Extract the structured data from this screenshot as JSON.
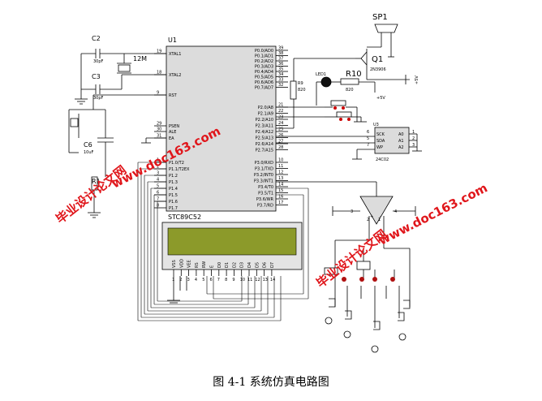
{
  "caption": "图 4-1 系统仿真电路图",
  "mcu": {
    "ref": "U1",
    "part": "STC89C52",
    "left_pins": [
      {
        "num": "19",
        "name": "XTAL1"
      },
      {
        "num": "18",
        "name": "XTAL2"
      },
      {
        "num": "9",
        "name": "RST"
      },
      {
        "num": "29",
        "name": "PSEN"
      },
      {
        "num": "30",
        "name": "ALE"
      },
      {
        "num": "31",
        "name": "EA"
      },
      {
        "num": "1",
        "name": "P1.0/T2"
      },
      {
        "num": "2",
        "name": "P1.1/T2EX"
      },
      {
        "num": "3",
        "name": "P1.2"
      },
      {
        "num": "4",
        "name": "P1.3"
      },
      {
        "num": "5",
        "name": "P1.4"
      },
      {
        "num": "6",
        "name": "P1.5"
      },
      {
        "num": "7",
        "name": "P1.6"
      },
      {
        "num": "8",
        "name": "P1.7"
      }
    ],
    "right_pins": [
      {
        "num": "39",
        "name": "P0.0/AD0"
      },
      {
        "num": "38",
        "name": "P0.1/AD1"
      },
      {
        "num": "37",
        "name": "P0.2/AD2"
      },
      {
        "num": "36",
        "name": "P0.3/AD3"
      },
      {
        "num": "35",
        "name": "P0.4/AD4"
      },
      {
        "num": "34",
        "name": "P0.5/AD5"
      },
      {
        "num": "33",
        "name": "P0.6/AD6"
      },
      {
        "num": "32",
        "name": "P0.7/AD7"
      },
      {
        "num": "21",
        "name": "P2.0/A8"
      },
      {
        "num": "22",
        "name": "P2.1/A9"
      },
      {
        "num": "23",
        "name": "P2.2/A10"
      },
      {
        "num": "24",
        "name": "P2.3/A11"
      },
      {
        "num": "25",
        "name": "P2.4/A12"
      },
      {
        "num": "26",
        "name": "P2.5/A13"
      },
      {
        "num": "27",
        "name": "P2.6/A14"
      },
      {
        "num": "28",
        "name": "P2.7/A15"
      },
      {
        "num": "10",
        "name": "P3.0/RXD"
      },
      {
        "num": "11",
        "name": "P3.1/TXD"
      },
      {
        "num": "12",
        "name": "P3.2/INT0"
      },
      {
        "num": "13",
        "name": "P3.3/INT1"
      },
      {
        "num": "14",
        "name": "P3.4/T0"
      },
      {
        "num": "15",
        "name": "P3.5/T1"
      },
      {
        "num": "16",
        "name": "P3.6/WR"
      },
      {
        "num": "17",
        "name": "P3.7/RD"
      }
    ]
  },
  "components": {
    "c2": "C2",
    "c2_val": "30pF",
    "c3": "C3",
    "c3_val": "30pF",
    "crystal": "12M",
    "c6": "C6",
    "c6_val": "10uF",
    "r1": "R1",
    "r9": "R9",
    "r9_val": "820",
    "led": "LED1",
    "r10": "R10",
    "r10_val": "820",
    "q1": "Q1",
    "q1_part": "2N3906",
    "speaker": "SP1",
    "vcc": "+5V",
    "vcc2": "+5V",
    "eeprom": "U3",
    "eeprom_part": "24C02",
    "opamp_pins": [
      "3",
      "2",
      "1",
      "4"
    ]
  },
  "eeprom_pins": [
    {
      "num": "6",
      "name": "SCK",
      "num_r": "1",
      "name_r": "A0"
    },
    {
      "num": "5",
      "name": "SDA",
      "num_r": "2",
      "name_r": "A1"
    },
    {
      "num": "7",
      "name": "WP",
      "num_r": "3",
      "name_r": "A2"
    }
  ],
  "lcd_pins": [
    "VSS",
    "VDD",
    "VEE",
    "RS",
    "RW",
    "E",
    "D0",
    "D1",
    "D2",
    "D3",
    "D4",
    "D5",
    "D6",
    "D7"
  ],
  "lcd_pin_nums": [
    "1",
    "2",
    "3",
    "4",
    "5",
    "6",
    "7",
    "8",
    "9",
    "10",
    "11",
    "12",
    "13",
    "14"
  ],
  "watermarks": [
    "毕业设计论文网",
    "www.doc163.com"
  ],
  "colors": {
    "lcd_screen": "#8c9a2a",
    "watermark": "#e0161b",
    "knob": "#b01010"
  }
}
